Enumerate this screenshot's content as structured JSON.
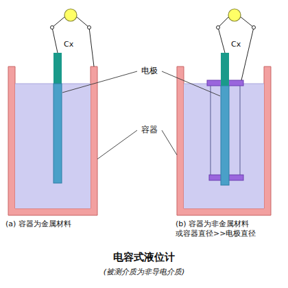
{
  "diagram": {
    "title": "电容式液位计",
    "caption": "(被测介质为非导电介质)",
    "labels": [
      "Cx",
      "Cx",
      "电极",
      "容器",
      "(a) 容器为金属材料",
      "(b) 容器为非金属材料 或容器直径>>电极直径"
    ]
  }
}
